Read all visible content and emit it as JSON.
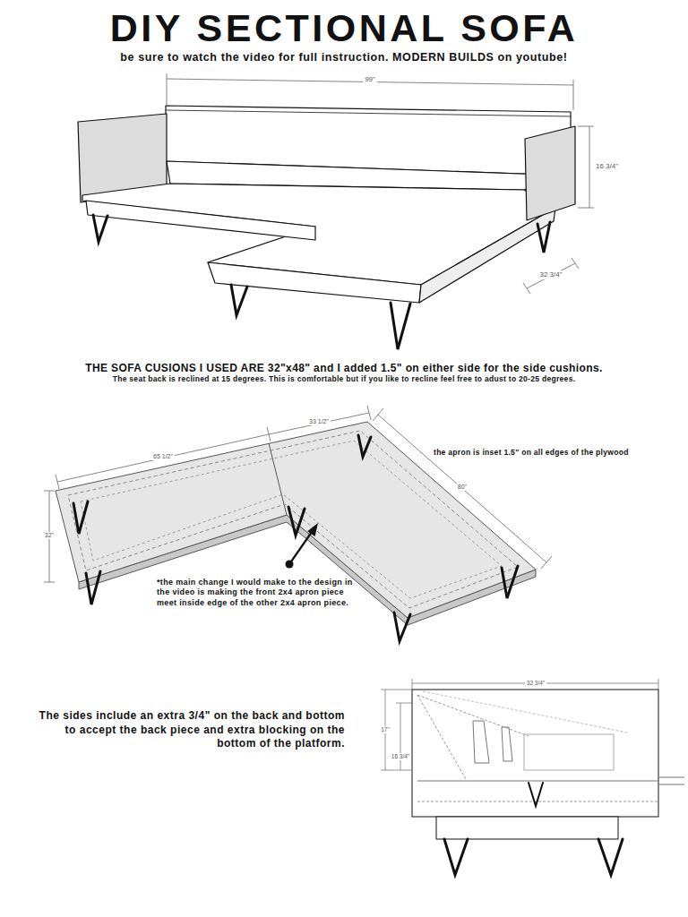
{
  "diagram": {
    "title": "DIY SECTIONAL SOFA",
    "labels": [
      "be sure to watch the video for full instruction. MODERN BUILDS on youtube!",
      "99\"",
      "16 3/4\"",
      "32 3/4\"",
      "THE SOFA CUSIONS I USED ARE 32\"x48\" and I added 1.5\" on either side for the side cushions.",
      "The seat back is reclined at 15 degrees. This is comfortable but if you like to recline feel free to adust to 20-25 degrees.",
      "33 1/2\"",
      "65 1/2\"",
      "the apron is inset 1.5\" on all edges of the plywood",
      "80\"",
      "32\"",
      "*the main change I would make to the design in the video is making the front 2x4 apron piece meet inside edge of the other 2x4 apron piece.",
      "The sides include an extra 3/4\" on the back and bottom to accept the back piece and extra blocking on the bottom of the platform.",
      "32 3/4\"",
      "17\"",
      "16 3/4\""
    ]
  }
}
